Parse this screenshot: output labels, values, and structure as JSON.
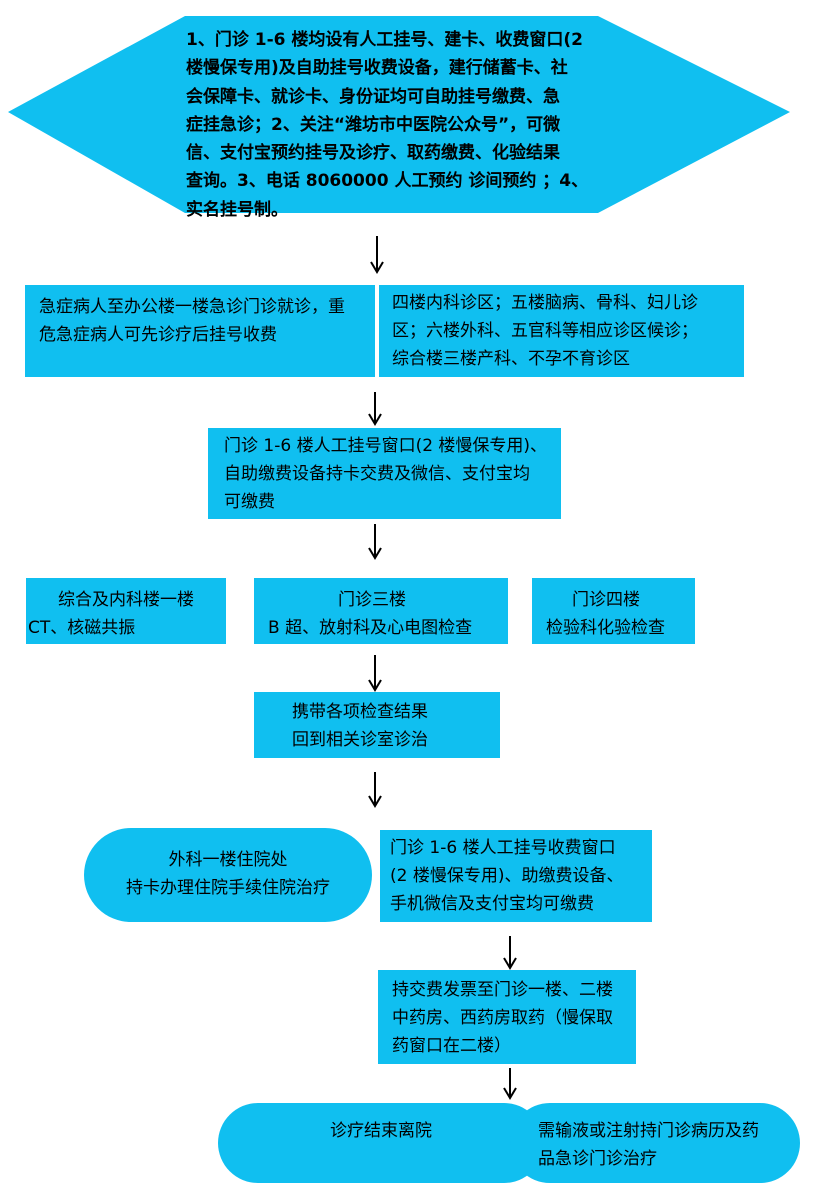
{
  "flow": {
    "intro": "1、门诊 1-6 楼均设有人工挂号、建卡、收费窗口(2\n楼慢保专用)及自助挂号收费设备，建行储蓄卡、社\n会保障卡、就诊卡、身份证均可自助挂号缴费、急\n症挂急诊；2、关注“潍坊市中医院公众号”，可微\n信、支付宝预约挂号及诊疗、取药缴费、化验结果\n查询。3、电话 8060000 人工预约 诊间预约 ；4、\n实名挂号制。",
    "emergency": [
      "急症病人至办公楼一楼急诊门诊就诊，重",
      "危急症病人可先诊疗后挂号收费"
    ],
    "departments": [
      "四楼内科诊区；五楼脑病、骨科、妇儿诊",
      "区；六楼外科、五官科等相应诊区候诊；",
      "综合楼三楼产科、不孕不育诊区"
    ],
    "payment1": [
      "门诊 1-6 楼人工挂号窗口(2 楼慢保专用)、",
      "自助缴费设备持卡交费及微信、支付宝均",
      "可缴费"
    ],
    "exam_ct": [
      "综合及内科楼一楼",
      "CT、核磁共振"
    ],
    "exam_b": [
      "门诊三楼",
      "B 超、放射科及心电图检查"
    ],
    "exam_lab": [
      "门诊四楼",
      "检验科化验检查"
    ],
    "return": [
      "携带各项检查结果",
      "回到相关诊室诊治"
    ],
    "hospitalize": [
      "外科一楼住院处",
      "持卡办理住院手续住院治疗"
    ],
    "payment2": [
      "门诊 1-6 楼人工挂号收费窗口",
      "(2 楼慢保专用)、助缴费设备、",
      "手机微信及支付宝均可缴费"
    ],
    "pharmacy": [
      "持交费发票至门诊一楼、二楼",
      "中药房、西药房取药（慢保取",
      "药窗口在二楼）"
    ],
    "discharge": "诊疗结束离院",
    "infusion": [
      "需输液或注射持门诊病历及药",
      "品急诊门诊治疗"
    ]
  },
  "colors": {
    "box": "#10bff0",
    "arrow": "#000000"
  }
}
